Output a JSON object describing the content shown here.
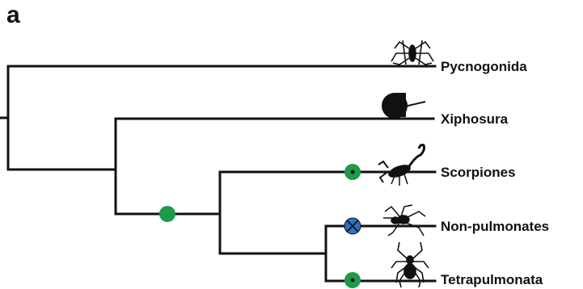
{
  "figure": {
    "panel_label": "a",
    "taxa": [
      {
        "name": "Pycnogonida",
        "silhouette": "sea-spider-icon"
      },
      {
        "name": "Xiphosura",
        "silhouette": "horseshoe-crab-icon"
      },
      {
        "name": "Scorpiones",
        "silhouette": "scorpion-icon"
      },
      {
        "name": "Non-pulmonates",
        "silhouette": "non-pulmonate-spider-icon"
      },
      {
        "name": "Tetrapulmonata",
        "silhouette": "tetrapulmonate-spider-icon"
      }
    ],
    "markers": [
      {
        "position": "scorpiones-plus-spiders-stem",
        "style": "green-circle"
      },
      {
        "position": "scorpiones-terminal",
        "style": "green-circle-with-dot"
      },
      {
        "position": "non-pulmonates-terminal",
        "style": "blue-circle-with-x"
      },
      {
        "position": "tetrapulmonata-terminal",
        "style": "green-circle-with-dot"
      }
    ],
    "colors": {
      "branch": "#111111",
      "green_marker": "#1f9a4b",
      "blue_marker": "#2f6fc2",
      "silhouette": "#111111"
    }
  }
}
